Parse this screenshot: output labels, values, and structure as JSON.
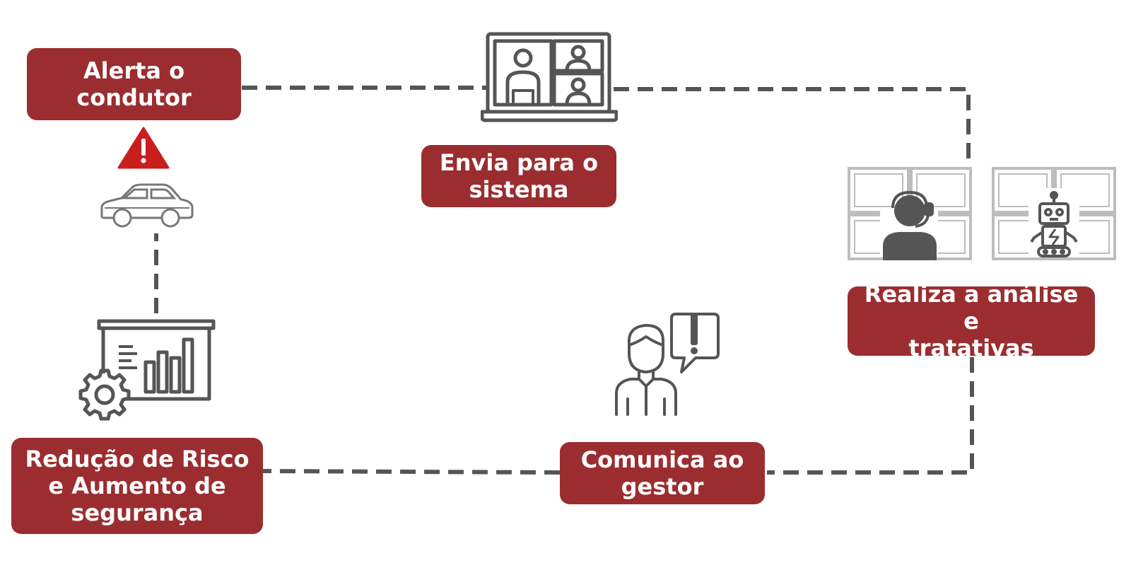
{
  "steps": [
    {
      "id": "alert",
      "label": "Alerta o\ncondutor"
    },
    {
      "id": "send",
      "label": "Envia para o\nsistema"
    },
    {
      "id": "analysis",
      "label": "Realiza a análise e\ntratativas"
    },
    {
      "id": "communicate",
      "label": "Comunica ao\ngestor"
    },
    {
      "id": "reduction",
      "label": "Redução de Risco\ne Aumento de\nsegurança"
    }
  ],
  "icons": [
    "warning-triangle-icon",
    "car-icon",
    "video-conference-laptop-icon",
    "operator-headset-icon",
    "robot-icon",
    "manager-notification-icon",
    "presentation-chart-gear-icon"
  ],
  "colors": {
    "box": "#9b2d30",
    "line": "#555555",
    "warning": "#c81e1e",
    "icon": "#555555",
    "monitor": "#bdbdbd"
  }
}
